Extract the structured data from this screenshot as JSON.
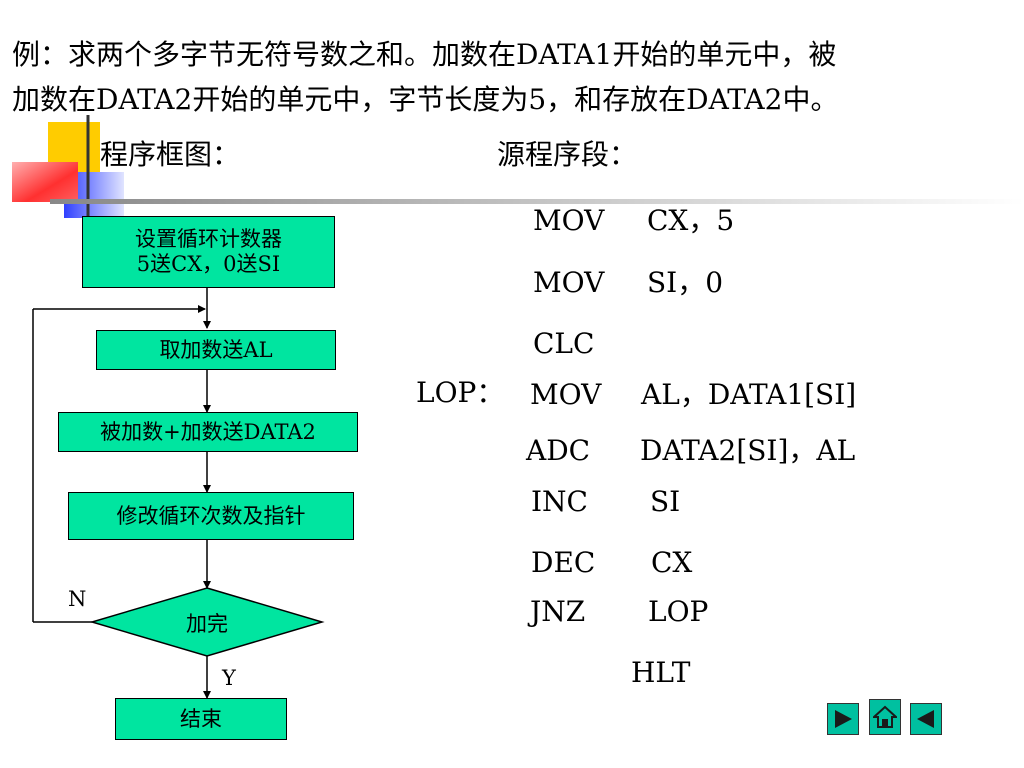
{
  "problem": {
    "line1": "例：求两个多字节无符号数之和。加数在DATA1开始的单元中，被",
    "line2": "加数在DATA2开始的单元中，字节长度为5，和存放在DATA2中。"
  },
  "headings": {
    "flowchart": "程序框图：",
    "source": "源程序段："
  },
  "flowchart": {
    "step1_line1": "设置循环计数器",
    "step1_line2": "5送CX，0送SI",
    "step2": "取加数送AL",
    "step3": "被加数+加数送DATA2",
    "step4": "修改循环次数及指针",
    "decision": "加完",
    "no_label": "N",
    "yes_label": "Y",
    "end": "结束"
  },
  "code": {
    "lines": [
      {
        "label": "",
        "op": "MOV",
        "args": "CX，5"
      },
      {
        "label": "",
        "op": "MOV",
        "args": "SI，0"
      },
      {
        "label": "",
        "op": "CLC",
        "args": ""
      },
      {
        "label": "LOP：",
        "op": "MOV",
        "args": "AL，DATA1[SI]"
      },
      {
        "label": "",
        "op": "ADC",
        "args": "DATA2[SI]，AL"
      },
      {
        "label": "",
        "op": "INC",
        "args": "SI"
      },
      {
        "label": "",
        "op": "DEC",
        "args": "CX"
      },
      {
        "label": "",
        "op": "JNZ",
        "args": "LOP"
      },
      {
        "label": "",
        "op": "HLT",
        "args": ""
      }
    ]
  },
  "colors": {
    "box_fill": "#00e5a0",
    "nav_fill": "#00c0a0"
  },
  "nav": {
    "next_icon": "play-right-icon",
    "home_icon": "home-icon",
    "prev_icon": "play-left-icon"
  }
}
